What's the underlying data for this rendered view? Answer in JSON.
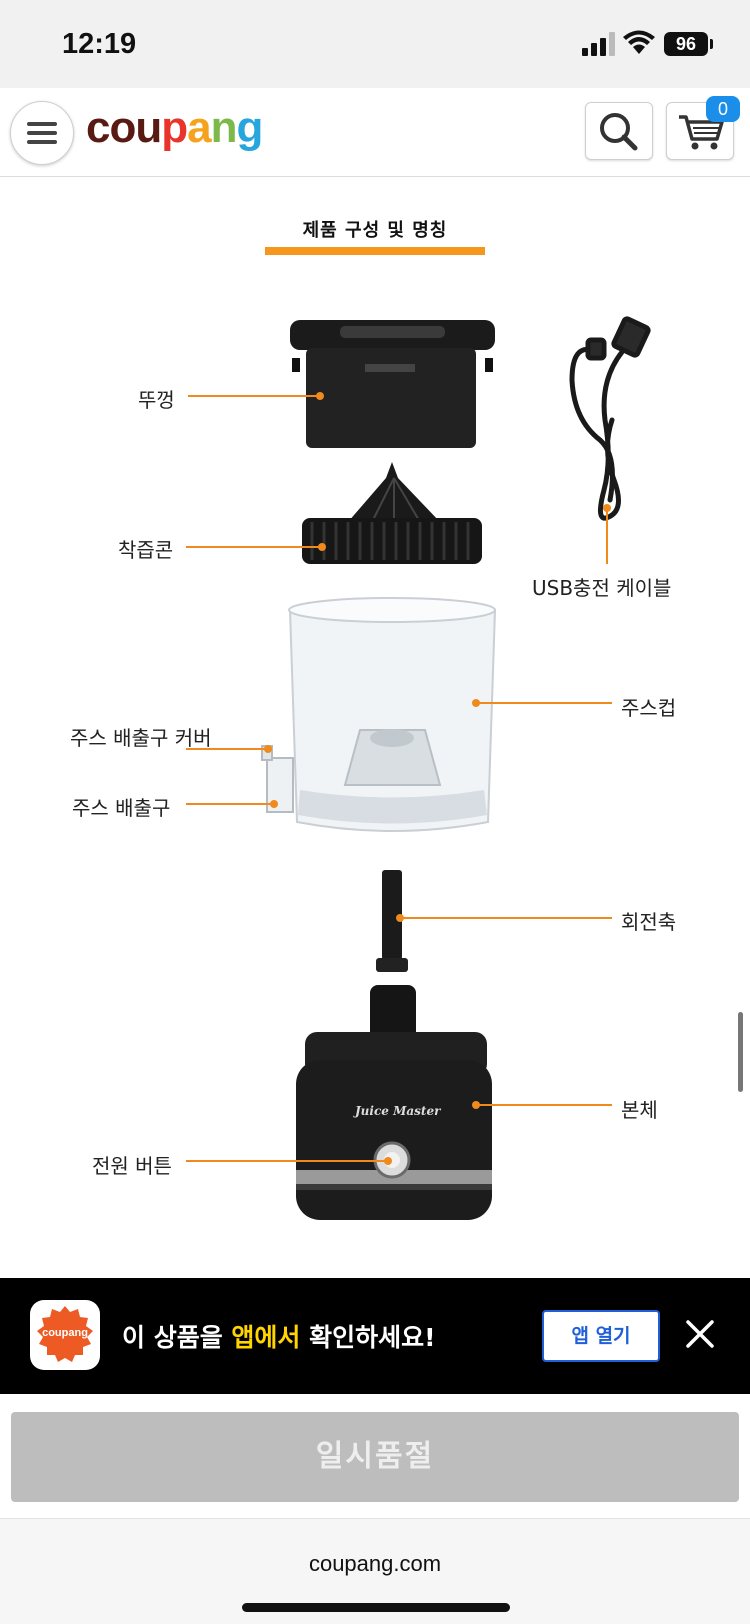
{
  "status_bar": {
    "time": "12:19",
    "battery": "96"
  },
  "header": {
    "logo_letters": [
      {
        "ch": "c",
        "color": "#5a1a14"
      },
      {
        "ch": "o",
        "color": "#5a1a14"
      },
      {
        "ch": "u",
        "color": "#5a1a14"
      },
      {
        "ch": "p",
        "color": "#e8342b"
      },
      {
        "ch": "a",
        "color": "#f5a21c"
      },
      {
        "ch": "n",
        "color": "#7cb94a"
      },
      {
        "ch": "g",
        "color": "#27a5dd"
      }
    ],
    "cart_count": "0"
  },
  "content": {
    "section_title": "제품 구성 및 명칭",
    "parts": {
      "lid": "뚜껑",
      "cone": "착즙콘",
      "cable": "USB충전 케이블",
      "cup": "주스컵",
      "spout_cover": "주스 배출구 커버",
      "spout": "주스 배출구",
      "shaft": "회전축",
      "body": "본체",
      "power_button": "전원 버튼"
    },
    "brand_print": "Juice Master"
  },
  "app_banner": {
    "icon_text": "coupang",
    "text_before": "이 상품을 ",
    "text_highlight": "앱에서",
    "text_after": " 확인하세요!",
    "open_label": "앱 열기"
  },
  "purchase": {
    "soldout_label": "일시품절"
  },
  "browser": {
    "url": "coupang.com"
  },
  "colors": {
    "accent": "#f08a1c",
    "link_blue": "#1f5fd8",
    "badge_blue": "#1a8ee8"
  }
}
